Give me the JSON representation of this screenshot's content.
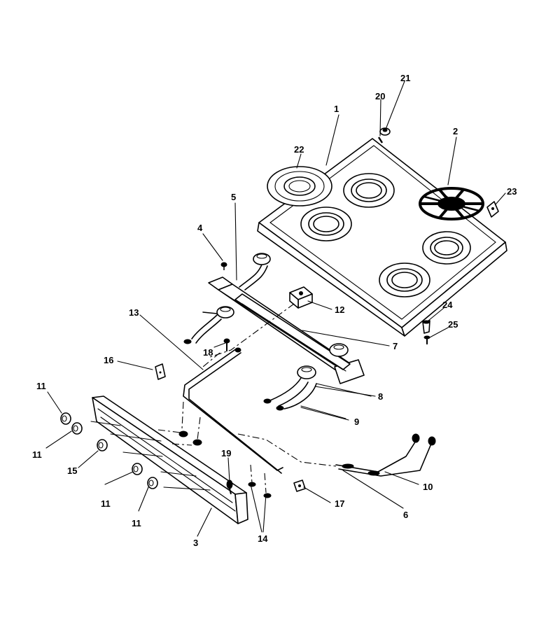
{
  "callouts": [
    "1",
    "2",
    "3",
    "4",
    "5",
    "6",
    "7",
    "8",
    "9",
    "10",
    "11",
    "11",
    "11",
    "11",
    "12",
    "13",
    "14",
    "15",
    "16",
    "17",
    "18",
    "19",
    "20",
    "21",
    "22",
    "23",
    "24",
    "25"
  ]
}
